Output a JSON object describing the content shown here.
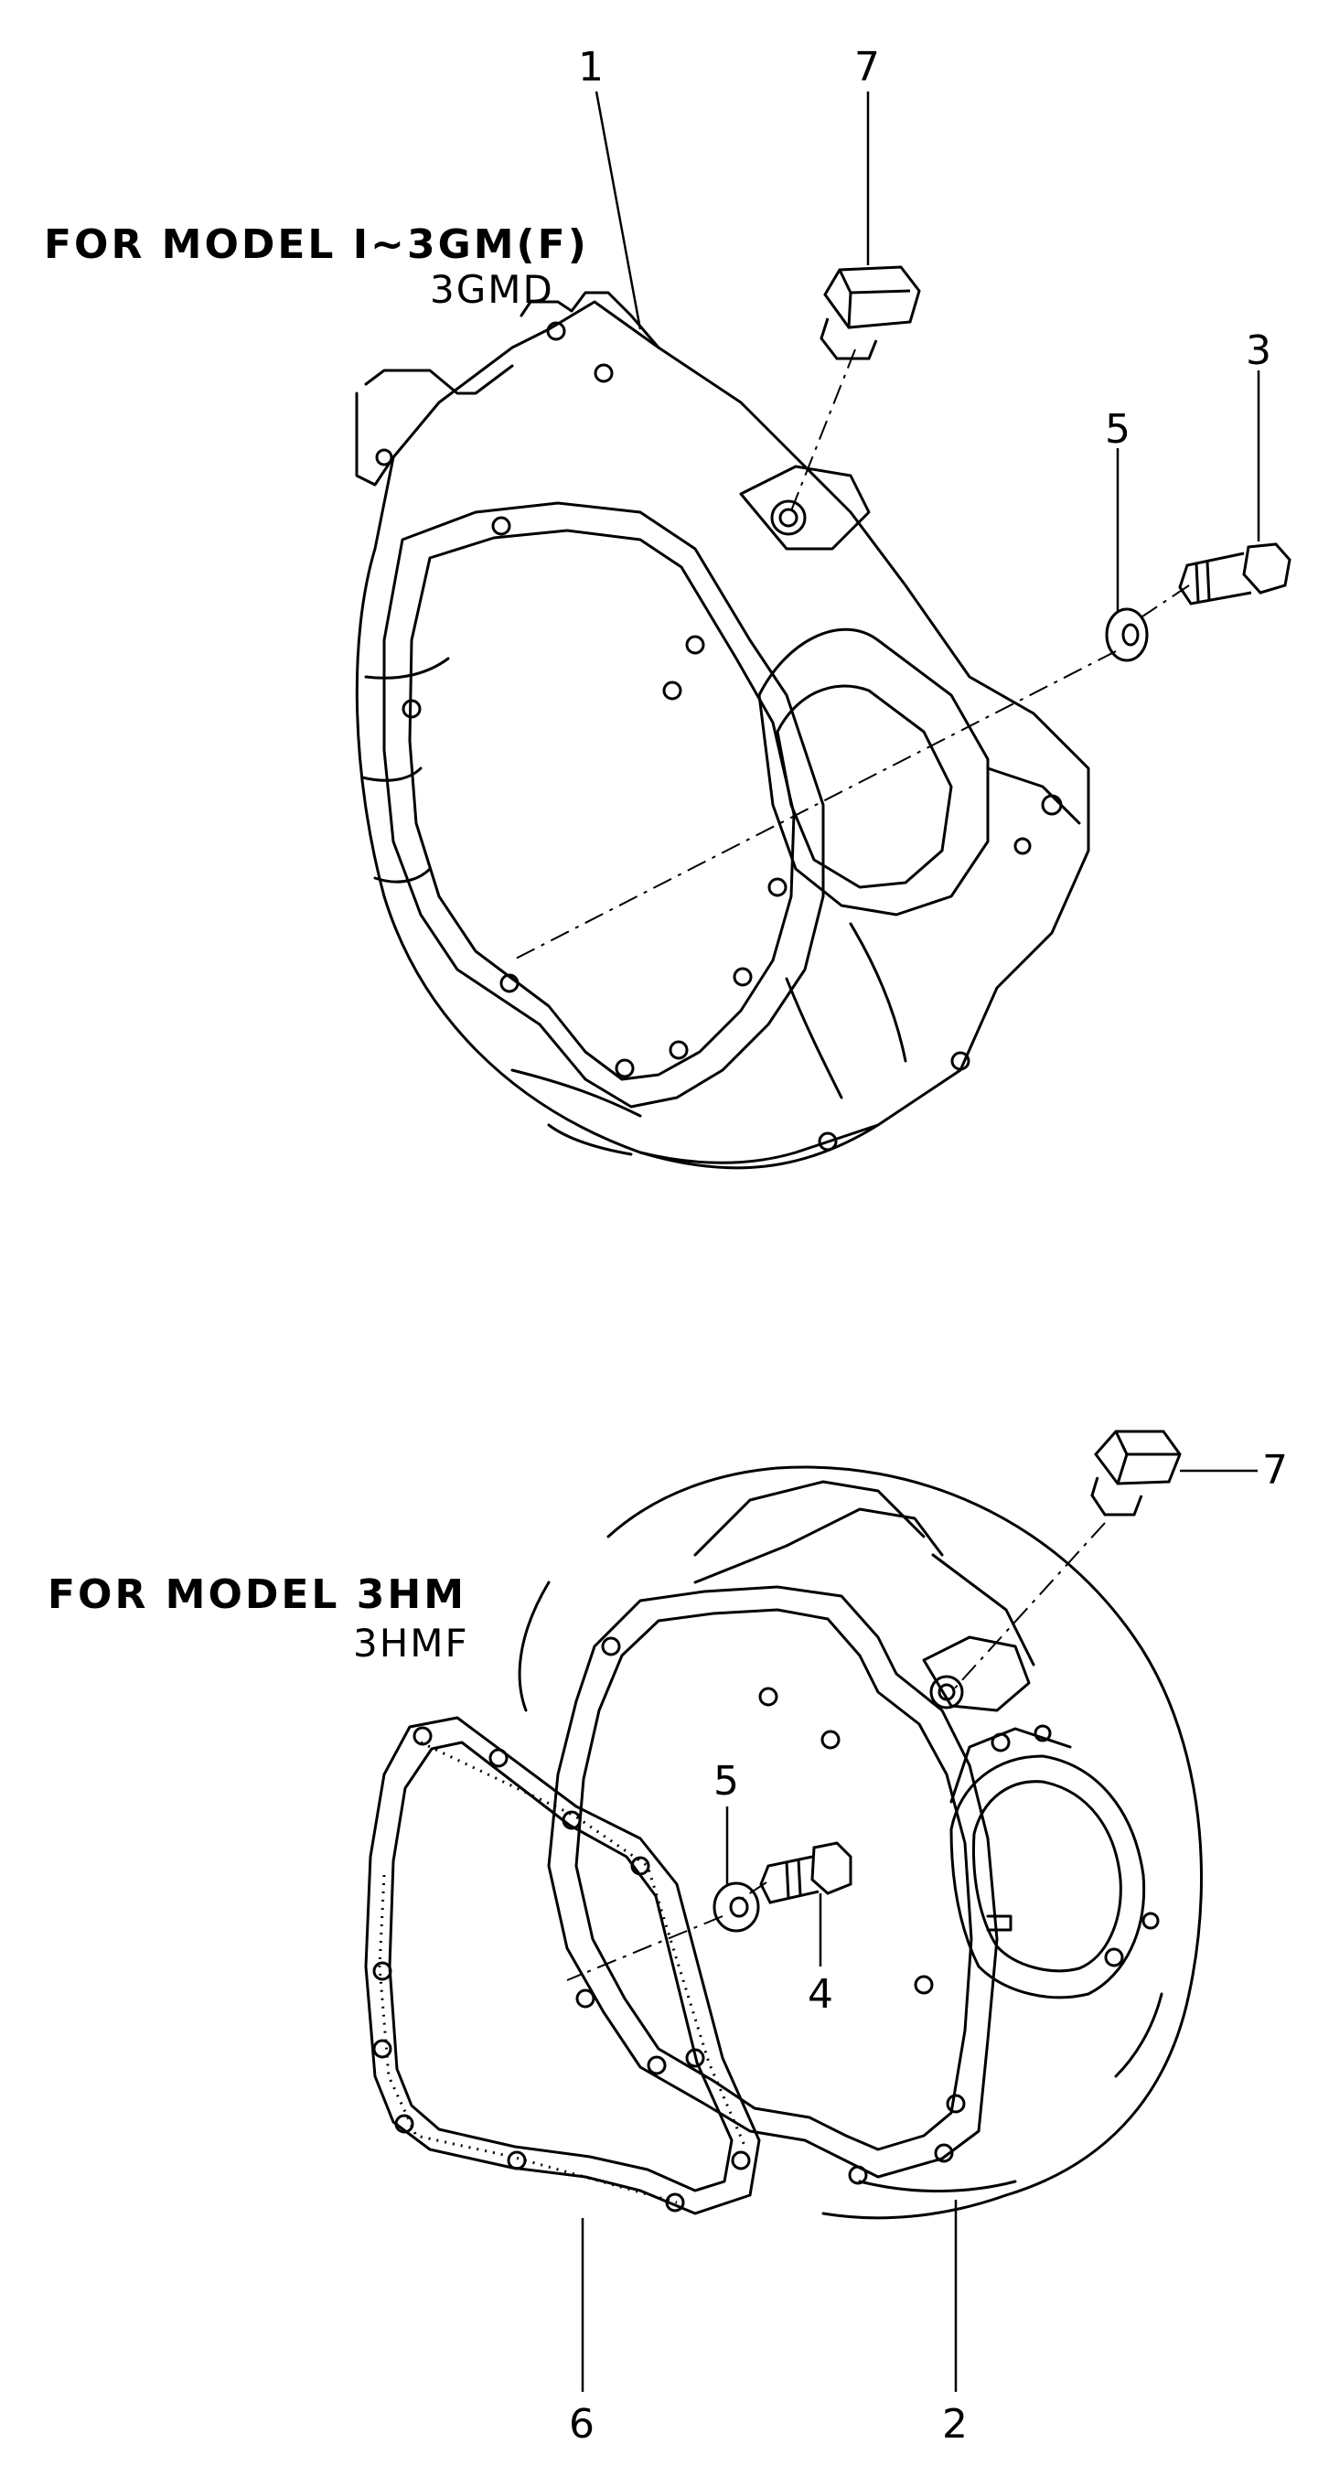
{
  "section_top": {
    "model_line": "FOR MODEL I∼3GM(F)",
    "model_sub": "3GMD"
  },
  "section_bottom": {
    "model_line": "FOR MODEL 3HM",
    "model_sub": "3HMF"
  },
  "callouts_top": [
    "1",
    "7",
    "3",
    "5"
  ],
  "callouts_bottom": [
    "7",
    "5",
    "4",
    "6",
    "2"
  ],
  "parts": [
    {
      "name": "flywheel-housing-3gm",
      "icon": "bell-housing-icon"
    },
    {
      "name": "flywheel-housing-3hm",
      "icon": "bell-housing-icon"
    },
    {
      "name": "bolt",
      "icon": "bolt-icon"
    },
    {
      "name": "stud-bolt",
      "icon": "stud-icon"
    },
    {
      "name": "washer",
      "icon": "washer-icon"
    },
    {
      "name": "gasket",
      "icon": "gasket-icon"
    },
    {
      "name": "plug",
      "icon": "plug-icon"
    }
  ],
  "colors": {
    "ink": "#000000",
    "paper": "#ffffff"
  }
}
